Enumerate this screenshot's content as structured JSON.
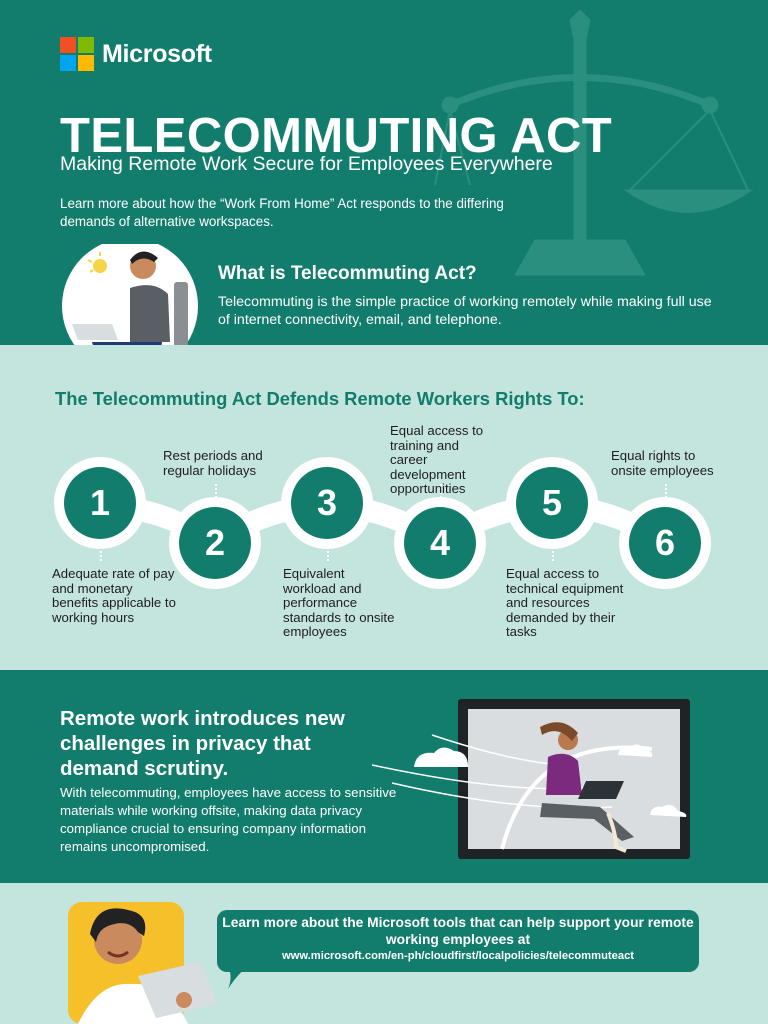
{
  "colors": {
    "teal": "#127d6c",
    "mint": "#c4e4de",
    "ms_red": "#f25022",
    "ms_green": "#7fba00",
    "ms_blue": "#00a4ef",
    "ms_yellow": "#ffb900"
  },
  "header": {
    "brand": "Microsoft",
    "title": "TELECOMMUTING ACT",
    "subtitle": "Making Remote Work Secure for Employees Everywhere",
    "intro": "Learn more about how the “Work From Home” Act responds to the differing demands of alternative workspaces.",
    "decor_icon": "scales-of-justice-icon"
  },
  "what": {
    "title": "What is Telecommuting Act?",
    "text": "Telecommuting is the simple practice of working remotely while making full use of internet connectivity, email, and telephone."
  },
  "rights": {
    "title": "The Telecommuting Act Defends Remote Workers Rights To:",
    "items": [
      {
        "number": "1",
        "text": "Adequate rate of pay and monetary benefits applicable to working hours"
      },
      {
        "number": "2",
        "text": "Rest periods and regular holidays"
      },
      {
        "number": "3",
        "text": "Equivalent workload and performance standards to onsite employees"
      },
      {
        "number": "4",
        "text": "Equal access to training and career development opportunities"
      },
      {
        "number": "5",
        "text": "Equal access to technical equipment and resources demanded by their tasks"
      },
      {
        "number": "6",
        "text": "Equal rights to onsite employees"
      }
    ]
  },
  "privacy": {
    "title": "Remote work introduces new challenges in privacy that demand scrutiny.",
    "text": "With telecommuting, employees have access to sensitive materials while working offsite, making data privacy compliance crucial to ensuring company information remains uncompromised."
  },
  "cta": {
    "line": "Learn more about the Microsoft tools that can help support your remote working employees at",
    "url": "www.microsoft.com/en-ph/cloudfirst/localpolicies/telecommuteact"
  }
}
